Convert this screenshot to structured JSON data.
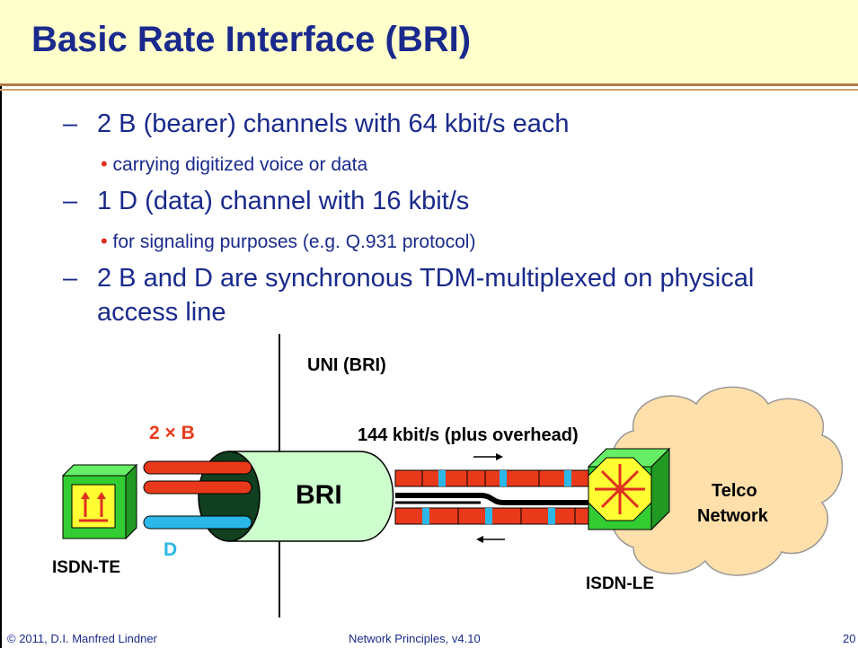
{
  "slide": {
    "title": "Basic Rate Interface (BRI)",
    "bullets": [
      {
        "dash": "–",
        "text": "2 B (bearer) channels with 64 kbit/s each"
      },
      {
        "sub": "carrying digitized voice or data"
      },
      {
        "dash": "–",
        "text": "1 D (data) channel with 16 kbit/s"
      },
      {
        "sub": "for signaling purposes (e.g. Q.931 protocol)"
      },
      {
        "dash": "–",
        "text": "2 B and D are synchronous TDM-multiplexed on physical",
        "text2": "access line"
      }
    ]
  },
  "diagram": {
    "uni_label": "UNI (BRI)",
    "b_label": "2 × B",
    "d_label": "D",
    "bri_label": "BRI",
    "rate_label": "144 kbit/s (plus overhead)",
    "te_label": "ISDN-TE",
    "le_label": "ISDN-LE",
    "cloud_label_1": "Telco",
    "cloud_label_2": "Network",
    "colors": {
      "b_channel": "#e83a1a",
      "d_channel": "#2ab8e8",
      "bri_tube": "#ccffcc",
      "cloud": "#ffdfaa",
      "le_box": "#33cc33"
    }
  },
  "footer": {
    "left": "© 2011, D.I. Manfred Lindner",
    "center": "Network Principles, v4.10",
    "page": "20"
  }
}
